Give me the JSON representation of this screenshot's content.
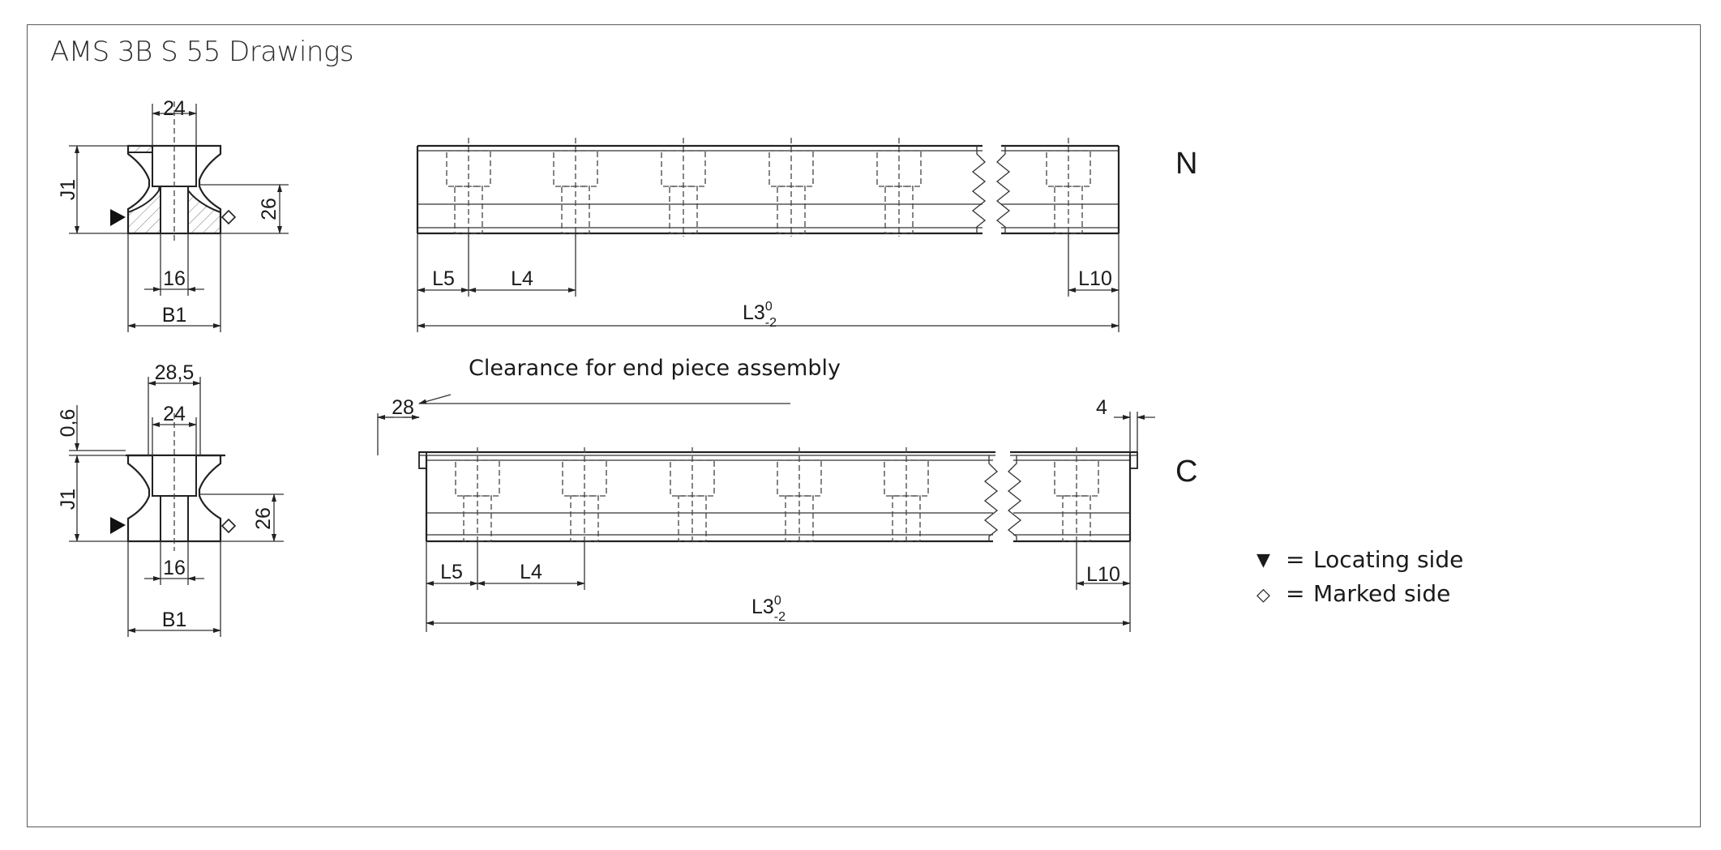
{
  "title": "AMS 3B S 55 Drawings",
  "variants": {
    "n": {
      "label": "N"
    },
    "c": {
      "label": "C"
    }
  },
  "cross_section": {
    "top_width": "24",
    "height_label": "J1",
    "base_height": "26",
    "bore_width": "16",
    "base_width": "B1"
  },
  "cross_section_c": {
    "cap_width": "28,5",
    "top_width": "24",
    "cap_height": "0,6",
    "height_label": "J1",
    "base_height": "26",
    "bore_width": "16",
    "base_width": "B1"
  },
  "rail_dims": {
    "l5": "L5",
    "l4": "L4",
    "l10": "L10",
    "l3_main": "L3",
    "l3_sup": "0",
    "l3_sub": "-2"
  },
  "rail_c_dims": {
    "clearance_note": "Clearance for end piece assembly",
    "left_clearance": "28",
    "right_clearance": "4"
  },
  "legend": {
    "locating_symbol": "▼",
    "locating_eq": "=",
    "locating_label": "Locating side",
    "marked_symbol": "◇",
    "marked_eq": "=",
    "marked_label": "Marked side"
  }
}
